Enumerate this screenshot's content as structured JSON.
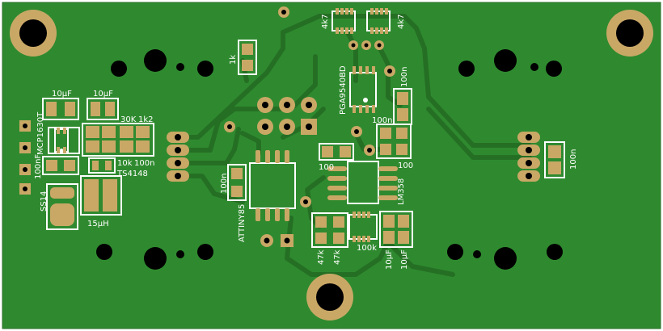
{
  "board": {
    "colors": {
      "substrate": "#2f8a2f",
      "copper_pour": "#2b7a26",
      "trace": "#37962f",
      "pad": "#c9a866",
      "hole": "#000000",
      "silkscreen": "#ffffff",
      "background": "#ffffff"
    },
    "ic_labels": {
      "mcp": "MCP1630T",
      "ts4148": "TS4148",
      "ss14": "SS14",
      "attiny": "ATTINY85",
      "pga": "PGA9540BD",
      "lm358": "LM358"
    },
    "component_labels": {
      "cap_10uf_a": "10µF",
      "cap_10uf_b": "10µF",
      "res_30k": "30K",
      "res_1k2": "1k2",
      "res_10k": "10k",
      "cap_100n_a": "100n",
      "cap_100nf": "100nF",
      "inductor": "15µH",
      "res_1k": "1k",
      "res_4k7_a": "4k7",
      "res_4k7_b": "4k7",
      "cap_100n_pga": "100n",
      "cap_100n_b": "100n",
      "res_100_a": "100",
      "res_100_b": "100",
      "cap_100n_att": "100n",
      "res_47k_a": "47k",
      "res_47k_b": "47k",
      "res_100k": "100k",
      "cap_10uf_c": "10µF",
      "cap_10uf_d": "10µF",
      "cap_100n_right": "100n"
    }
  }
}
